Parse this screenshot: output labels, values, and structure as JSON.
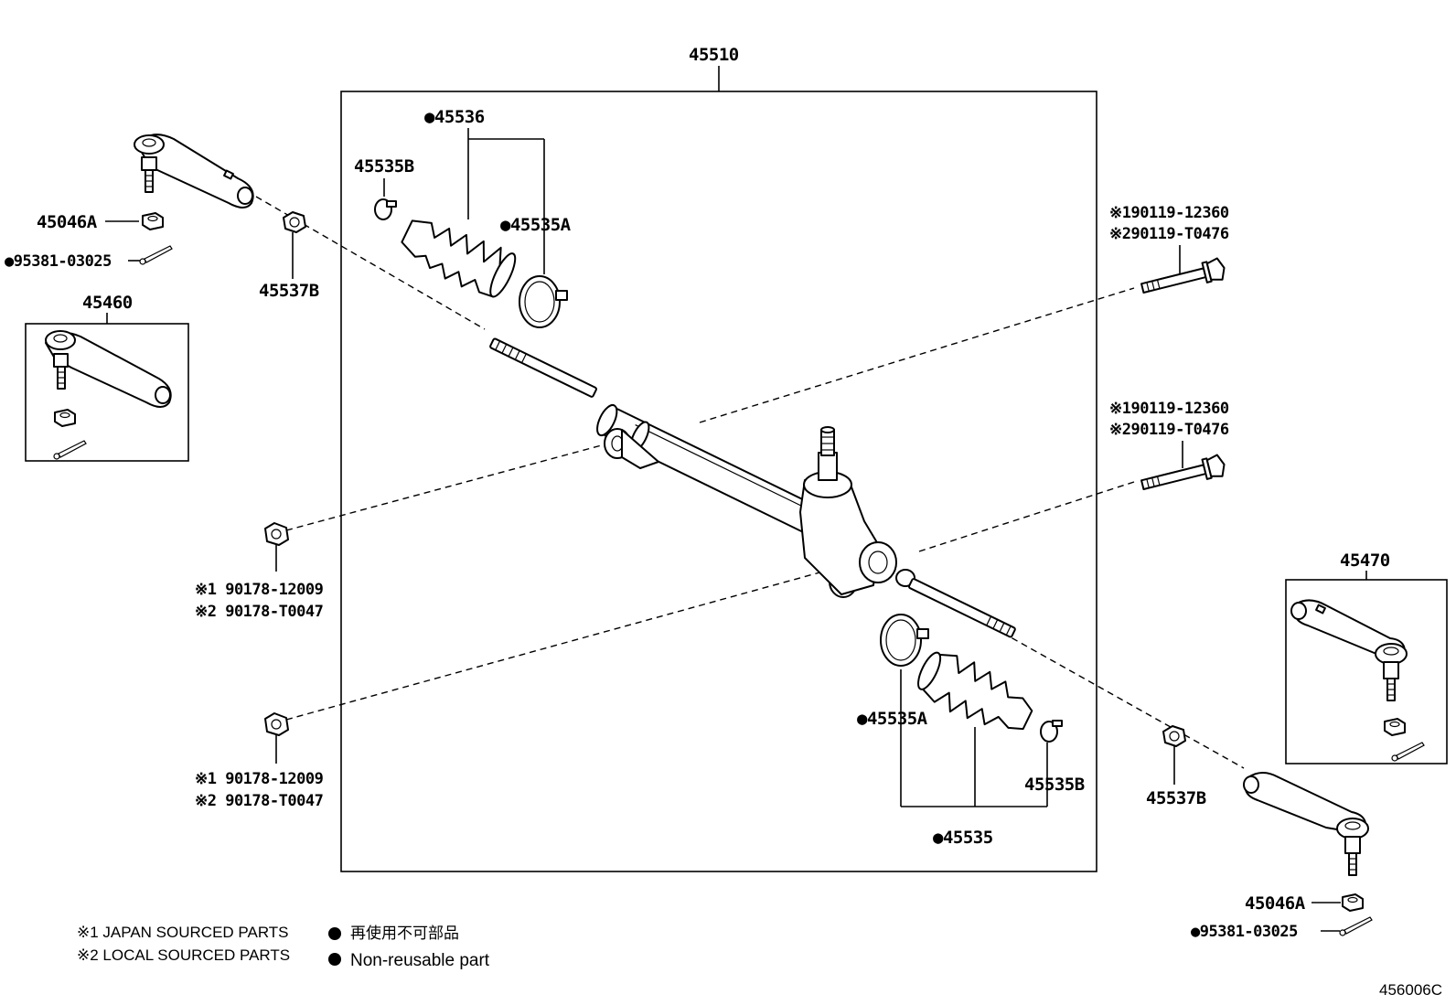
{
  "diagram": {
    "main_assembly": "45510",
    "labels": {
      "boot_set_top": "45536",
      "clamp_small_top": "45535B",
      "clamp_large_top": "45535A",
      "tie_rod_end_nut_left": "45046A",
      "cotter_pin_left": "95381-03025",
      "rack_end_nut_left": "45537B",
      "tie_rod_end_left_kit": "45460",
      "bolt_upper_1": "※190119-12360",
      "bolt_upper_2": "※290119-T0476",
      "bolt_lower_1": "※190119-12360",
      "bolt_lower_2": "※290119-T0476",
      "nut_upper_1": "※1 90178-12009",
      "nut_upper_2": "※2 90178-T0047",
      "nut_lower_1": "※1 90178-12009",
      "nut_lower_2": "※2 90178-T0047",
      "tie_rod_end_right_kit": "45470",
      "clamp_large_bottom": "45535A",
      "clamp_small_bottom": "45535B",
      "boot_set_bottom": "45535",
      "rack_end_nut_right": "45537B",
      "tie_rod_end_nut_right": "45046A",
      "cotter_pin_right": "95381-03025"
    },
    "legend": {
      "japan": "※1 JAPAN SOURCED PARTS",
      "local": "※2 LOCAL SOURCED PARTS",
      "non_reusable_jp": "再使用不可部品",
      "non_reusable_en": "Non-reusable part"
    },
    "illustration_code": "456006C"
  }
}
